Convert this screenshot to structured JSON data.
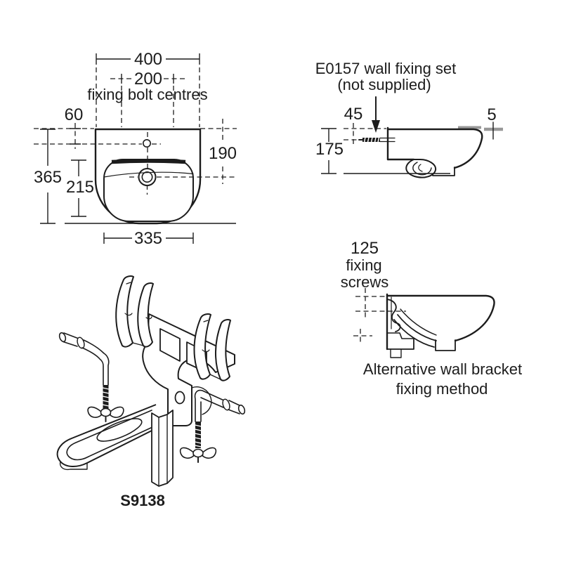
{
  "colors": {
    "line": "#1c1c1c",
    "gray": "#989898",
    "bg": "#ffffff"
  },
  "front_view": {
    "width_mm": "400",
    "bolt_centres_mm": "200",
    "bolt_centres_label": "fixing bolt centres",
    "rim_to_taphole_mm": "60",
    "overall_height_mm": "365",
    "bowl_height_mm": "215",
    "rim_to_outlet_mm": "190",
    "bowl_width_mm": "335"
  },
  "side_view": {
    "fixing_set_line1": "E0157 wall fixing set",
    "fixing_set_line2": "(not supplied)",
    "screw_offset_mm": "45",
    "gap_mm": "5",
    "depth_mm": "175"
  },
  "alt_view": {
    "screws_mm": "125",
    "screws_label_line1": "fixing",
    "screws_label_line2": "screws",
    "caption_line1": "Alternative wall bracket",
    "caption_line2": "fixing method"
  },
  "bracket": {
    "part_number": "S9138"
  }
}
